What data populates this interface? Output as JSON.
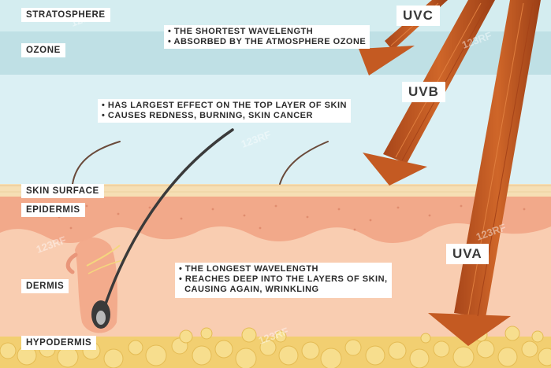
{
  "layers": {
    "stratosphere": "STRATOSPHERE",
    "ozone": "OZONE",
    "skin_surface": "SKIN SURFACE",
    "epidermis": "EPIDERMIS",
    "dermis": "DERMIS",
    "hypodermis": "HYPODERMIS"
  },
  "rays": {
    "uvc": {
      "label": "UVC",
      "notes": [
        "• THE SHORTEST WAVELENGTH",
        "• ABSORBED BY THE ATMOSPHERE OZONE"
      ]
    },
    "uvb": {
      "label": "UVB",
      "notes": [
        "• HAS LARGEST EFFECT ON THE TOP LAYER OF  SKIN",
        "• CAUSES REDNESS, BURNING, SKIN CANCER"
      ]
    },
    "uva": {
      "label": "UVA",
      "notes": [
        "• THE LONGEST WAVELENGTH",
        "• REACHES DEEP INTO THE LAYERS OF SKIN,",
        "  CAUSING AGAIN, WRINKLING"
      ]
    }
  },
  "watermark": "123RF",
  "colors": {
    "stratosphere": "#d6eef1",
    "ozone": "#c2e2e6",
    "sky": "#dcf1f5",
    "skin_surface": "#f6dfb4",
    "epidermis": "#f2a98a",
    "dermis": "#f9cdb1",
    "hypodermis_fat": "#f3d77c",
    "ray": "#c2571f"
  }
}
